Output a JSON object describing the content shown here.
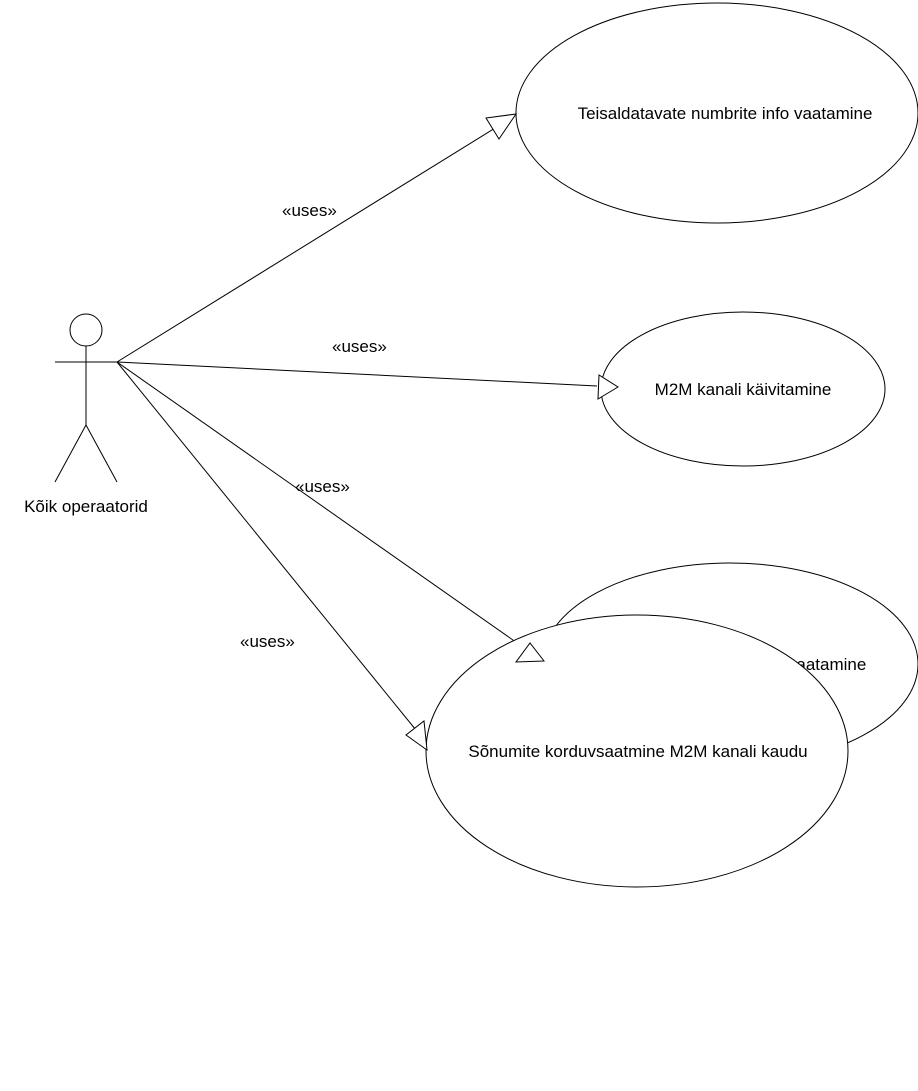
{
  "actor": {
    "name": "Kõik operaatorid"
  },
  "use_cases": [
    {
      "label": "Teisaldatavate numbrite info vaatamine"
    },
    {
      "label": "M2M kanali käivitamine"
    },
    {
      "label": "Tühistatud teisalduste info vaatamine"
    },
    {
      "label": "Sõnumite korduvsaatmine M2M kanali kaudu"
    }
  ],
  "associations": [
    {
      "stereotype": "«uses»"
    },
    {
      "stereotype": "«uses»"
    },
    {
      "stereotype": "«uses»"
    },
    {
      "stereotype": "«uses»"
    }
  ]
}
